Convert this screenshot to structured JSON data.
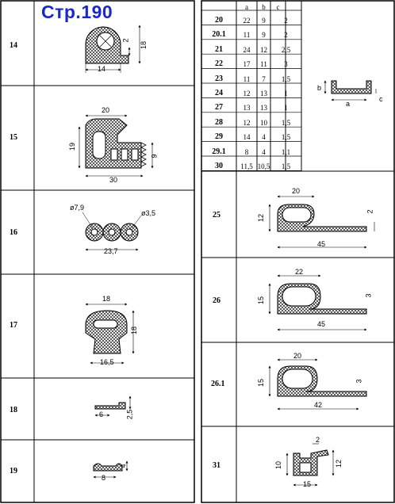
{
  "page_title": "Стр.190",
  "left_rows": [
    {
      "num": "14",
      "dims": [
        "2",
        "18",
        "14"
      ]
    },
    {
      "num": "15",
      "dims": [
        "20",
        "19",
        "9",
        "30"
      ]
    },
    {
      "num": "16",
      "dims": [
        "ø7,9",
        "ø3,5",
        "23,7"
      ]
    },
    {
      "num": "17",
      "dims": [
        "18",
        "18",
        "16,5"
      ]
    },
    {
      "num": "18",
      "dims": [
        "6",
        "2,5"
      ]
    },
    {
      "num": "19",
      "dims": [
        "8",
        "4"
      ]
    }
  ],
  "table": {
    "headers": [
      "a",
      "b",
      "c"
    ],
    "rows": [
      {
        "num": "20",
        "a": "22",
        "b": "9",
        "c": "2"
      },
      {
        "num": "20.1",
        "a": "11",
        "b": "9",
        "c": "2"
      },
      {
        "num": "21",
        "a": "24",
        "b": "12",
        "c": "2,5"
      },
      {
        "num": "22",
        "a": "17",
        "b": "11",
        "c": "3"
      },
      {
        "num": "23",
        "a": "11",
        "b": "7",
        "c": "1,5"
      },
      {
        "num": "24",
        "a": "12",
        "b": "13",
        "c": "1"
      },
      {
        "num": "27",
        "a": "13",
        "b": "13",
        "c": "1"
      },
      {
        "num": "28",
        "a": "12",
        "b": "10",
        "c": "1,5"
      },
      {
        "num": "29",
        "a": "14",
        "b": "4",
        "c": "1,5"
      },
      {
        "num": "29.1",
        "a": "8",
        "b": "4",
        "c": "1,1"
      },
      {
        "num": "30",
        "a": "11,5",
        "b": "10,5",
        "c": "1,5"
      }
    ],
    "drawing_labels": [
      "b",
      "a",
      "c"
    ]
  },
  "right_rows": [
    {
      "num": "25",
      "dims": [
        "20",
        "12",
        "2",
        "45"
      ]
    },
    {
      "num": "26",
      "dims": [
        "22",
        "15",
        "3",
        "45"
      ]
    },
    {
      "num": "26.1",
      "dims": [
        "20",
        "15",
        "3",
        "42"
      ]
    },
    {
      "num": "31",
      "dims": [
        "2",
        "10",
        "12",
        "15"
      ]
    }
  ]
}
